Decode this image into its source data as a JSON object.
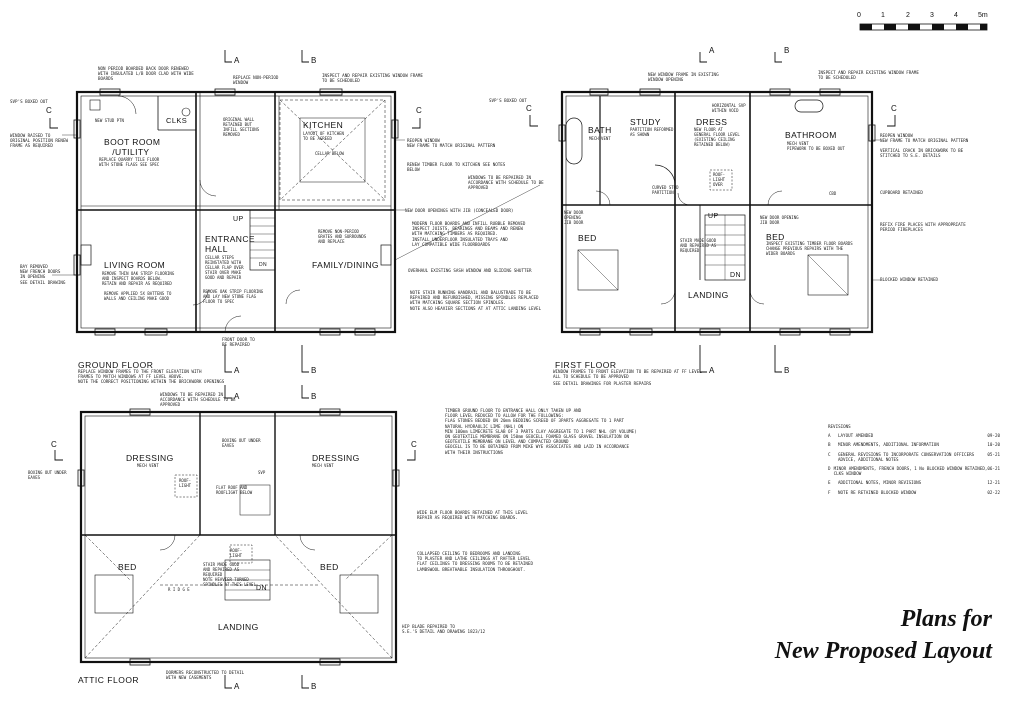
{
  "title": {
    "line1": "Plans for",
    "line2": "New Proposed Layout"
  },
  "scale_bar": {
    "labels": [
      "0",
      "1",
      "2",
      "3",
      "4",
      "5m"
    ]
  },
  "section_marks": {
    "A": "A",
    "B": "B",
    "C": "C"
  },
  "ground_floor": {
    "label": "GROUND FLOOR",
    "rooms": {
      "boot_room": "BOOT ROOM\n   /UTILITY",
      "clks": "CLKS",
      "kitchen": "KITCHEN",
      "entrance_hall": "ENTRANCE\nHALL",
      "living_room": "LIVING ROOM",
      "family_dining": "FAMILY/DINING"
    },
    "small_labels": {
      "up": "UP",
      "dn": "DN",
      "cellar_below": "CELLAR BELOW",
      "kitchen_note": "LAYOUT OF KITCHEN\nTO BE AGREED",
      "boot_note": "REPLACE QUARRY TILE FLOOR\nWITH STONE FLAGS SEE SPEC",
      "living_note1": "REMOVE THIN OAK STRIP FLOORING\nAND INSPECT BOARDS BELOW.\nRETAIN AND REPAIR AS REQUIRED",
      "living_note2": "REMOVE APPLIED 5X BATTENS TO\nWALLS AND CEILING MAKE GOOD",
      "hall_note1": "CELLAR STEPS\nREINSTATED WITH\nCELLAR FLAP OVER\nSTAIR OVER MAKE\nGOOD AND REPAIR",
      "hall_note2": "REMOVE OAK STRIP FLOORING\nAND LAY NEW STONE FLAG\nFLOOR TO SPEC",
      "family_note": "REMOVE NON-PERIOD\nGRATES AND SURROUNDS\nAND REPLACE",
      "wall_note": "ORIGINAL WALL\nRETAINED BUT\nINFILL SECTIONS\nREMOVED",
      "new_stud": "NEW STUD PTN"
    }
  },
  "first_floor": {
    "label": "FIRST FLOOR",
    "rooms": {
      "bath": "BATH",
      "study": "STUDY",
      "dress": "DRESS",
      "bathroom": "BATHROOM",
      "bed_left": "BED",
      "bed_right": "BED",
      "landing": "LANDING"
    },
    "small_labels": {
      "mech_vent": "MECH VENT",
      "study_note": "PARTITION REFORMED\nAS SHOWN",
      "dress_note": "NEW FLOOR AT\nGENERAL FLOOR LEVEL\n(EXISTING CEILING\nRETAINED BELOW)",
      "bathroom_note": "MECH VENT\nPIPEWORK TO BE BOXED OUT",
      "bed_right_note": "INSPECT EXISTING TIMBER FLOOR BOARDS\nCHANGE PREVIOUS REPAIRS WITH THE\nWIDER BOARDS",
      "up": "UP",
      "dn": "DN",
      "curved_stud": "CURVED STUD\nPARTITION",
      "roof_light": "ROOF-\nLIGHT\nOVER",
      "new_door_left": "NEW DOOR\nOPENING\nJIB DOOR",
      "new_door_right": "NEW DOOR OPENING\nJIB DOOR",
      "stair_note": "STAIR MADE GOOD\nAND REPAIRED AS\nREQUIRED",
      "horizontal_svp": "HORIZONTAL SVP\nWITHIN VOID",
      "cbd": "CBD"
    }
  },
  "attic_floor": {
    "label": "ATTIC FLOOR",
    "rooms": {
      "dressing_left": "DRESSING",
      "dressing_right": "DRESSING",
      "bed_left": "BED",
      "bed_right": "BED",
      "landing": "LANDING"
    },
    "small_labels": {
      "mech_vent": "MECH VENT",
      "boxing_out": "BOXING OUT UNDER\nEAVES",
      "flat_roof": "FLAT ROOF AND\nROOFLIGHT BELOW",
      "roof_light": "ROOF-\nLIGHT",
      "stair_note": "STAIR MADE GOOD\nAND REPAIRED AS\nREQUIRED\nNOTE HEAVIER TURNED\nSPINDLES AT THIS LEVEL",
      "ridge": "R I D G E",
      "dn": "DN",
      "svp": "SVP"
    }
  },
  "notes": {
    "gf_top1": "NON PERIOD BOARDED BACK DOOR RENEWED\nWITH INSULATED L/B DOOR CLAD WITH WIDE\nBOARDS",
    "gf_top2": "REPLACE NON-PERIOD\nWINDOW",
    "gf_top3": "INSPECT AND REPAIR EXISTING WINDOW FRAME\nTO BE SCHEDULED",
    "gf_left1": "SVP'S BOXED OUT",
    "gf_left2": "WINDOW RAISED TO\nORIGINAL POSITION RENEW\nFRAME AS REQUIRED",
    "gf_left3": "BAY REMOVED\nNEW FRENCH DOORS\nIN OPENING\nSEE DETAIL DRAWING",
    "gf_right1": "REOPEN WINDOW\nNEW FRAME TO MATCH ORIGINAL PATTERN",
    "gf_right2": "RENEW TIMBER FLOOR TO KITCHEN SEE NOTES\nBELOW",
    "gf_right3": "WINDOWS TO BE REPAIRED IN\nACCORDANCE WITH SCHEDULE TO BE\nAPPROVED",
    "gf_right4": "NEW DOOR OPENINGS WITH JIB (CONCEALED DOOR)",
    "gf_right5": "MODERN FLOOR BOARDS AND INFILL RUBBLE REMOVED\nINSPECT JOISTS, BEARINGS AND BEAMS AND RENEW\nWITH MATCHING TIMBERS AS REQUIRED.\nINSTALL UNDERFLOOR INSULATED TRAYS AND\nLAY COMPATIBLE WIDE FLOORBOARDS",
    "gf_right6": "OVERHAUL EXISTING SASH WINDOW AND SLIDING SHUTTER",
    "gf_right7": "NOTE STAIR RUNNING HANDRAIL AND BALUSTRADE TO BE\nREPAIRED AND REFURBISHED, MISSING SPINDLES REPLACED\nWITH MATCHING SQUARE SECTION SPINDLES.\nNOTE ALSO HEAVIER SECTIONS AT AT ATTIC LANDING LEVEL",
    "gf_bottom1": "FRONT DOOR TO\nBE REPAIRED",
    "gf_bottom2": "REPLACE WINDOW FRAMES TO THE FRONT ELEVATION WITH\nFRAMES TO MATCH WINDOWS AT FF LEVEL ABOVE.\nNOTE THE CORRECT POSITIONING WITHIN THE BRICKWORK OPENINGS",
    "ff_top1": "NEW WINDOW FRAME IN EXISTING\nWINDOW OPENING",
    "ff_top2": "INSPECT AND REPAIR EXISTING WINDOW FRAME\nTO BE SCHEDULED",
    "ff_left1": "SVP'S BOXED OUT",
    "ff_right1": "REOPEN WINDOW\nNEW FRAME TO MATCH ORIGINAL PATTERN",
    "ff_right2": "VERTICAL CRACK IN BRICKWORK TO BE\nSTITCHED TO S.E. DETAILS",
    "ff_right3": "CUPBOARD RETAINED",
    "ff_right4": "REFIX FIRE PLACES WITH APPROPRIATE\nPERIOD FIREPLACES",
    "ff_right5": "BLOCKED WINDOW RETAINED",
    "ff_bottom1": "WINDOW FRAMES TO FRONT ELEVATION TO BE REPAIRED AT FF LEVEL\nALL TO SCHEDULE TO BE APPROVED",
    "ff_bottom2": "SEE DETAIL DRAWINGS FOR PLASTER REPAIRS",
    "af_top1": "WINDOWS TO BE REPAIRED IN\nACCORDANCE WITH SCHEDULE TO BE\nAPPROVED",
    "af_right1": "TIMBER GROUND FLOOR TO ENTRANCE HALL ONLY TAKEN UP AND\nFLOOR LEVEL REDUCED TO ALLOW FOR THE FOLLOWING:\nFLAG STONES BEDDED ON 20mm BEDDING SCREED OF 3PARTS AGGREGATE TO 1 PART\nNATURAL HYDRAULIC LIME (NHL) ON\nMIN 100mm LIMECRETE SLAB OF 3 PARTS CLAY AGGREGATE TO 1 PART NHL (BY VOLUME)\nON GEOTEXTILE MEMBRANE ON 150mm GEOCELL FOAMED GLASS GRAVEL INSULATION ON\nGEOTEXTILE MEMBRANE ON LEVEL AND COMPACTED GROUND\nGEOCELL IS TO BE OBTAINED FROM MIKE WYE ASSOCIATES AND LAID IN ACCORDANCE\nWITH THEIR INSTRUCTIONS",
    "af_right2": "WIDE ELM FLOOR BOARDS RETAINED AT THIS LEVEL\nREPAIR AS REQUIRED WITH MATCHING BOARDS.",
    "af_right3": "COLLAPSED CEILING TO BEDROOMS AND LANDING\nTO PLASTER AND LATHE CEILINGS AT RAFTER LEVEL\nFLAT CEILINGS TO DRESSING ROOMS TO BE RETAINED\nLAMBSWOOL BREATHABLE INSULATION THROUGHOUT.",
    "af_right4": "HIP BLADE REPAIRED TO\nS.E.'S DETAIL AND DRAWING 1823/12",
    "af_bottom1": "DORMERS RECONSTRUCTED TO DETAIL\nWITH NEW CASEMENTS"
  },
  "revisions": {
    "heading": "REVISIONS",
    "items": [
      {
        "code": "A",
        "text": "LAYOUT AMENDED",
        "date": "09-20"
      },
      {
        "code": "B",
        "text": "MINOR AMENDMENTS, ADDITIONAL INFORMATION",
        "date": "10-20"
      },
      {
        "code": "C",
        "text": "GENERAL REVISIONS TO INCORPORATE CONSERVATION OFFICERS\nADVICE, ADDITIONAL NOTES",
        "date": "05-21"
      },
      {
        "code": "D",
        "text": "MINOR AMENDMENTS, FRENCH DOORS, 1 No BLOCKED WINDOW RETAINED,\nCLKS WINDOW",
        "date": "06-21"
      },
      {
        "code": "E",
        "text": "ADDITIONAL NOTES, MINOR REVISIONS",
        "date": "12-21"
      },
      {
        "code": "F",
        "text": "NOTE RE RETAINED BLOCKED WINDOW",
        "date": "02-22"
      }
    ]
  }
}
